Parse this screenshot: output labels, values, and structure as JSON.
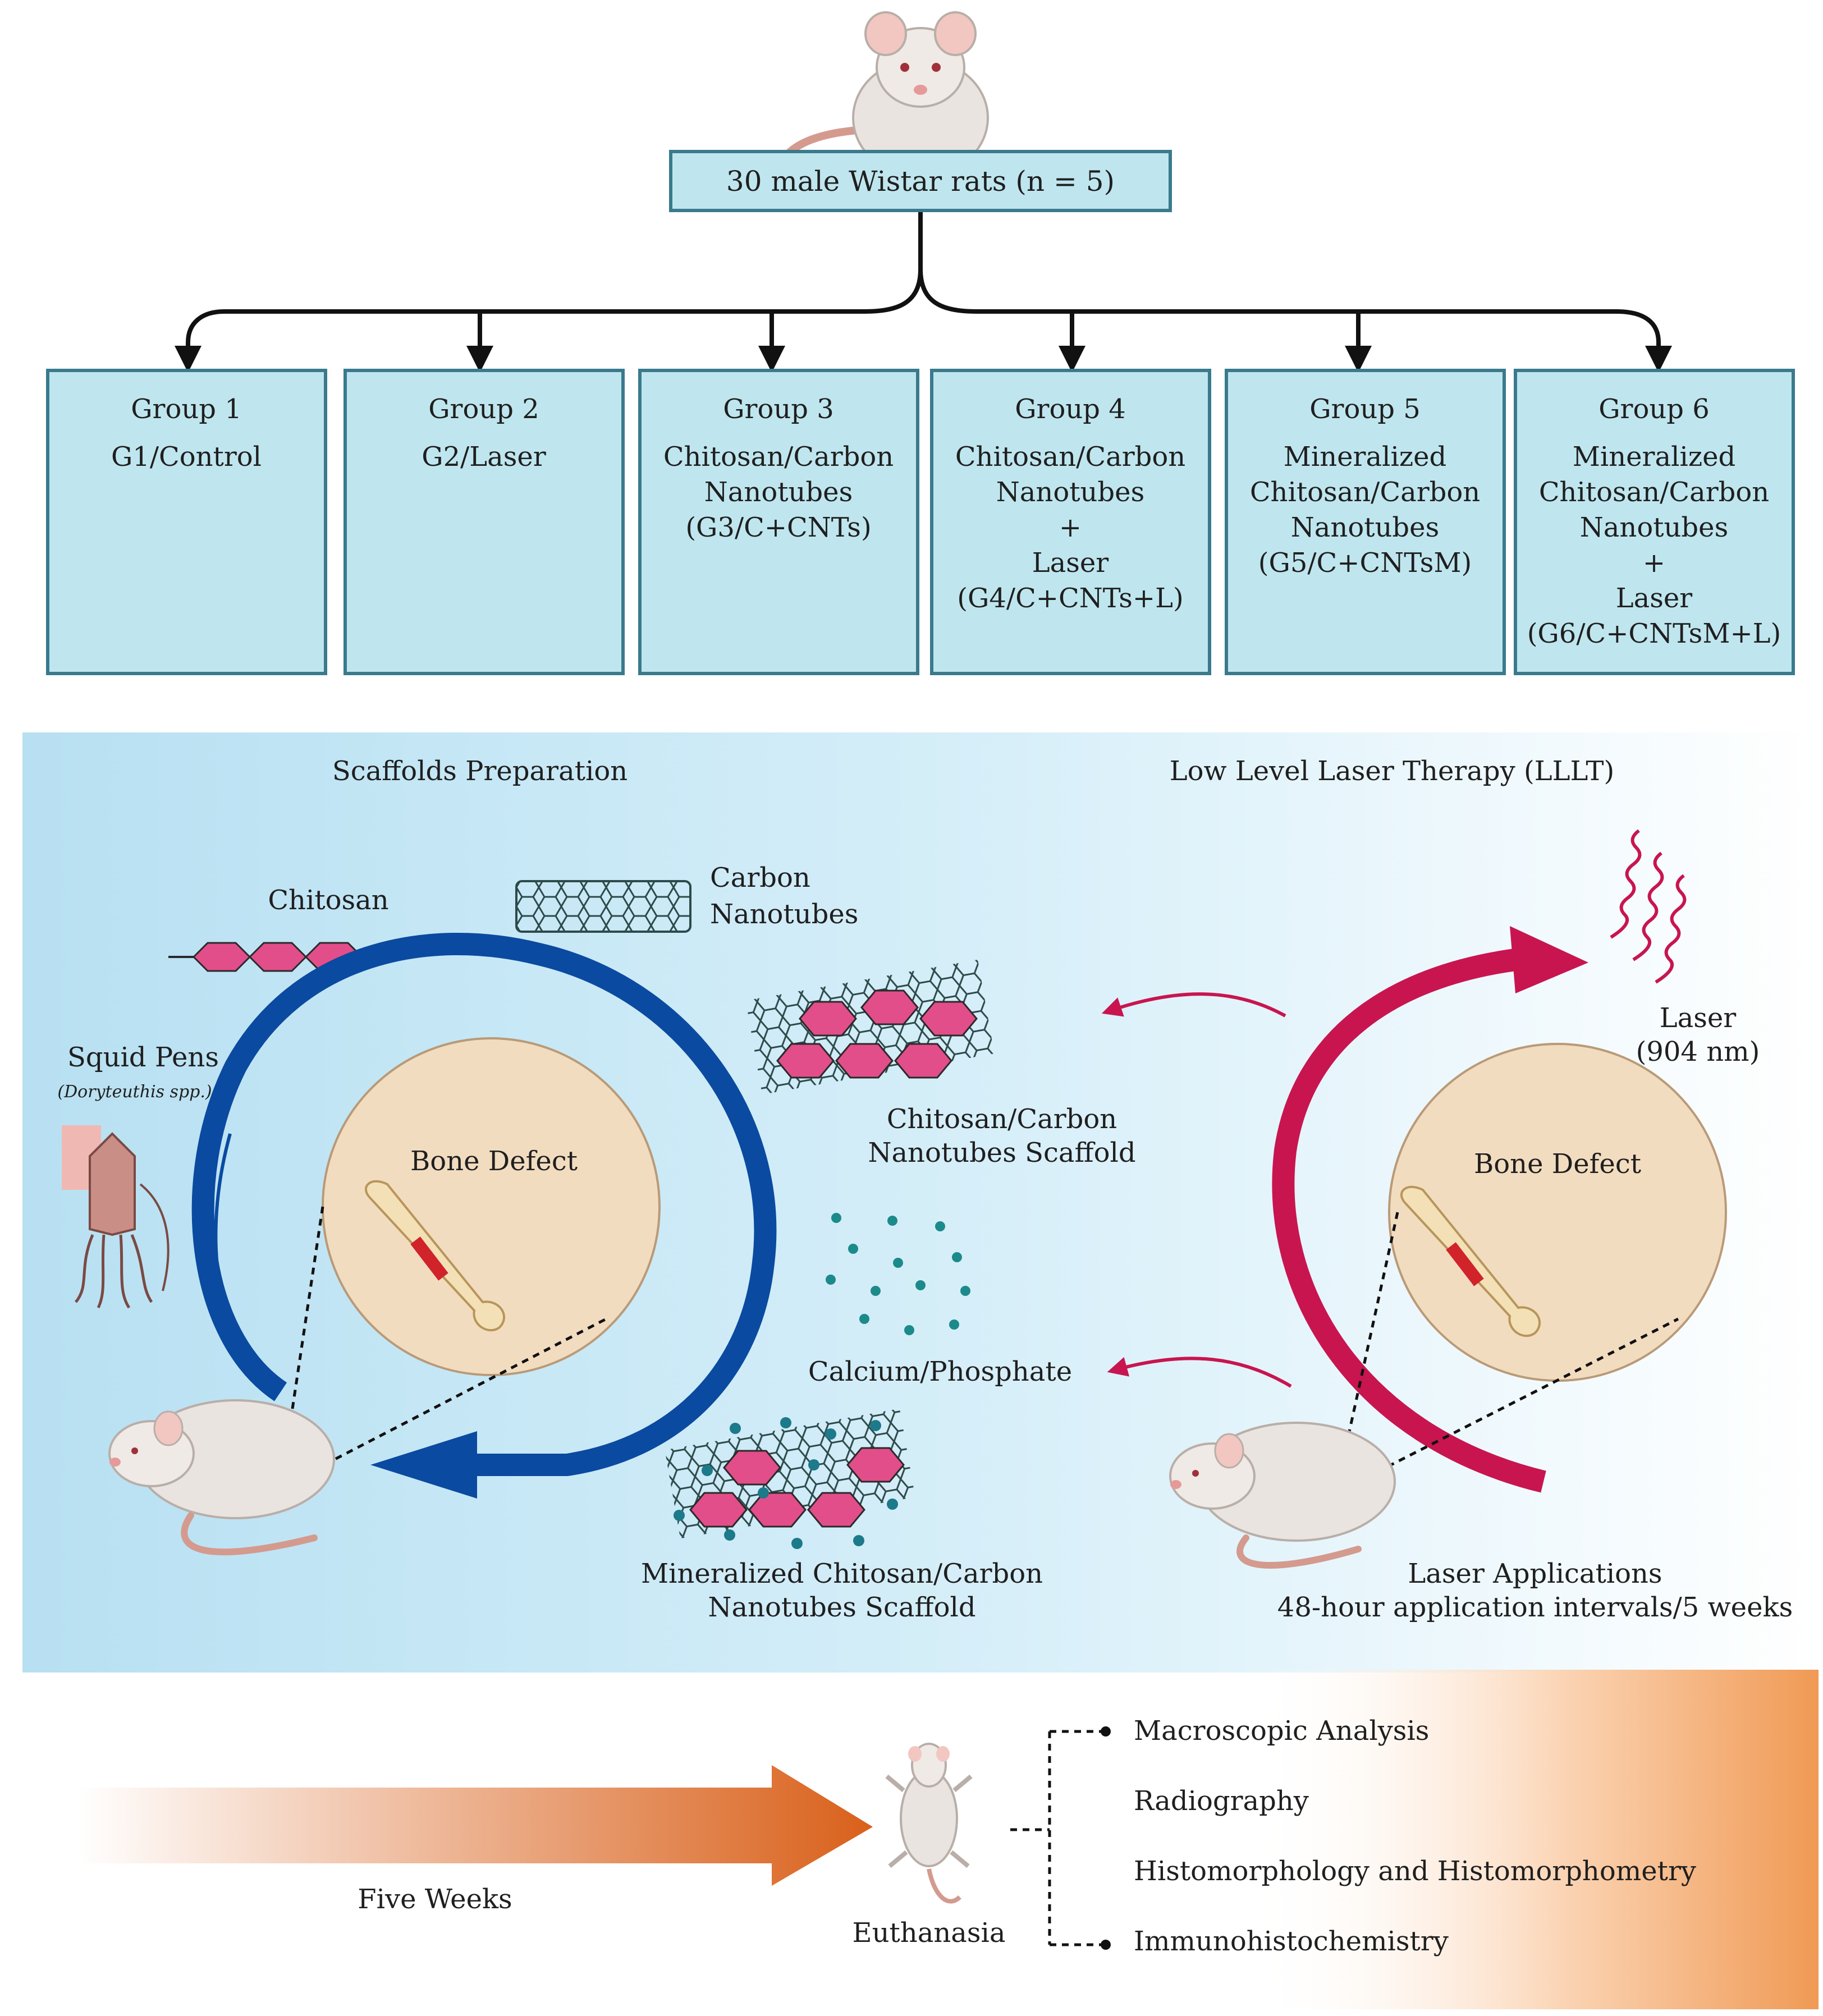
{
  "title_box": "30 male Wistar rats (n = 5)",
  "groups": [
    {
      "title": "Group 1",
      "lines": [
        "G1/Control"
      ]
    },
    {
      "title": "Group 2",
      "lines": [
        "G2/Laser"
      ]
    },
    {
      "title": "Group 3",
      "lines": [
        "Chitosan/Carbon",
        "Nanotubes",
        "(G3/C+CNTs)"
      ]
    },
    {
      "title": "Group 4",
      "lines": [
        "Chitosan/Carbon",
        "Nanotubes",
        "+",
        "Laser",
        "(G4/C+CNTs+L)"
      ]
    },
    {
      "title": "Group 5",
      "lines": [
        "Mineralized",
        "Chitosan/Carbon",
        "Nanotubes",
        "(G5/C+CNTsM)"
      ]
    },
    {
      "title": "Group 6",
      "lines": [
        "Mineralized",
        "Chitosan/Carbon",
        "Nanotubes",
        "+",
        "Laser",
        "(G6/C+CNTsM+L)"
      ]
    }
  ],
  "scaffolds": {
    "heading": "Scaffolds Preparation",
    "chitosan": "Chitosan",
    "carbon_nanotubes": [
      "Carbon",
      "Nanotubes"
    ],
    "squid_pens": "Squid Pens",
    "squid_species": "(Doryteuthis spp.)",
    "bone_defect": "Bone Defect",
    "scaffold_label": [
      "Chitosan/Carbon",
      "Nanotubes Scaffold"
    ],
    "calcium_phosphate": "Calcium/Phosphate",
    "mineralized_label": [
      "Mineralized Chitosan/Carbon",
      "Nanotubes Scaffold"
    ]
  },
  "lllt": {
    "heading": "Low Level Laser Therapy (LLLT)",
    "laser": [
      "Laser",
      "(904 nm)"
    ],
    "bone_defect": "Bone Defect",
    "applications": [
      "Laser Applications",
      "48-hour application intervals/5 weeks"
    ]
  },
  "timeline": {
    "five_weeks": "Five Weeks",
    "euthanasia": "Euthanasia",
    "analyses": [
      "Macroscopic Analysis",
      "Radiography",
      "Histomorphology and Histomorphometry",
      "Immunohistochemistry"
    ]
  },
  "colors": {
    "box_fill": "#bfe6ef",
    "panel_blue": "#bfe4f3",
    "scaffold_arrow": "#0a4aa0",
    "laser_arrow": "#c8154f",
    "hexagon": "#e24e8a",
    "timeline_orange": "#d9601a"
  }
}
